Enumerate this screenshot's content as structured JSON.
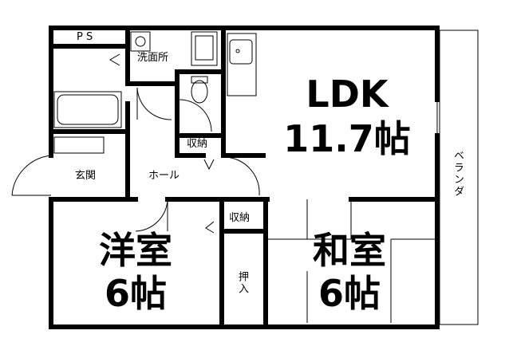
{
  "floorplan": {
    "rooms": {
      "ldk": {
        "name": "LDK",
        "size": "11.7帖"
      },
      "western": {
        "name": "洋室",
        "size": "6帖"
      },
      "japanese": {
        "name": "和室",
        "size": "6帖"
      }
    },
    "labels": {
      "ps": "P S",
      "washroom": "洗面所",
      "storage_top": "収納",
      "storage_mid": "収納",
      "entrance": "玄関",
      "hall": "ホール",
      "closet": "押入",
      "veranda": "ベランダ"
    }
  }
}
